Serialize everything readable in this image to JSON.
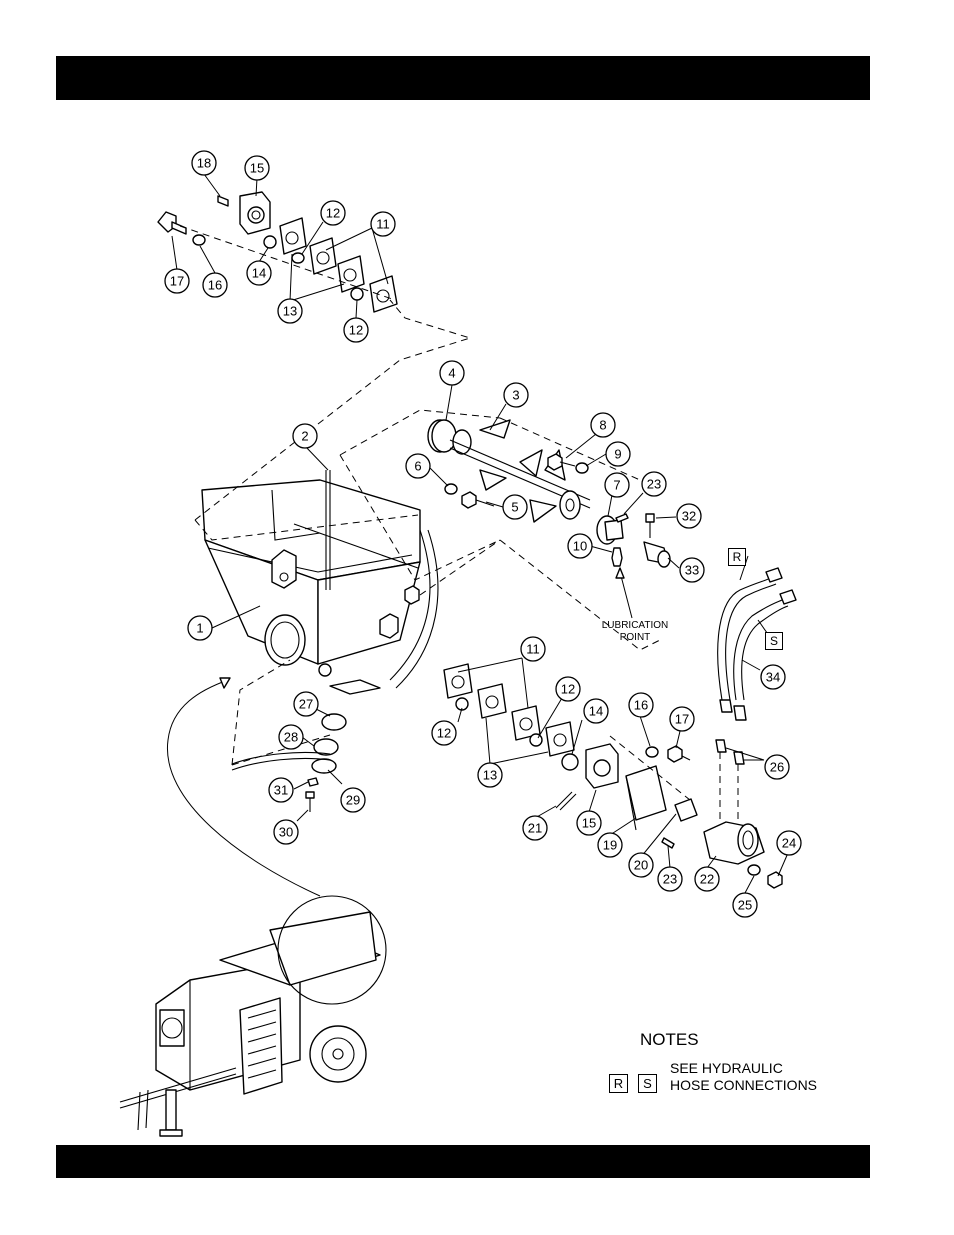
{
  "header_bar": {
    "color": "#000000"
  },
  "footer_bar": {
    "color": "#000000"
  },
  "diagram": {
    "callouts": [
      "1",
      "2",
      "3",
      "4",
      "5",
      "6",
      "7",
      "8",
      "9",
      "10",
      "11",
      "11",
      "12",
      "12",
      "12",
      "12",
      "13",
      "13",
      "14",
      "14",
      "15",
      "15",
      "16",
      "16",
      "17",
      "17",
      "18",
      "19",
      "20",
      "21",
      "22",
      "23",
      "23",
      "24",
      "25",
      "26",
      "27",
      "28",
      "29",
      "30",
      "31",
      "32",
      "33",
      "34"
    ],
    "lubrication_point": {
      "line1": "LUBRICATION",
      "line2": "POINT"
    },
    "hose_tags": {
      "r": "R",
      "s": "S"
    }
  },
  "notes": {
    "title": "NOTES",
    "tag_r": "R",
    "tag_s": "S",
    "line1": "SEE HYDRAULIC",
    "line2": "HOSE CONNECTIONS"
  }
}
